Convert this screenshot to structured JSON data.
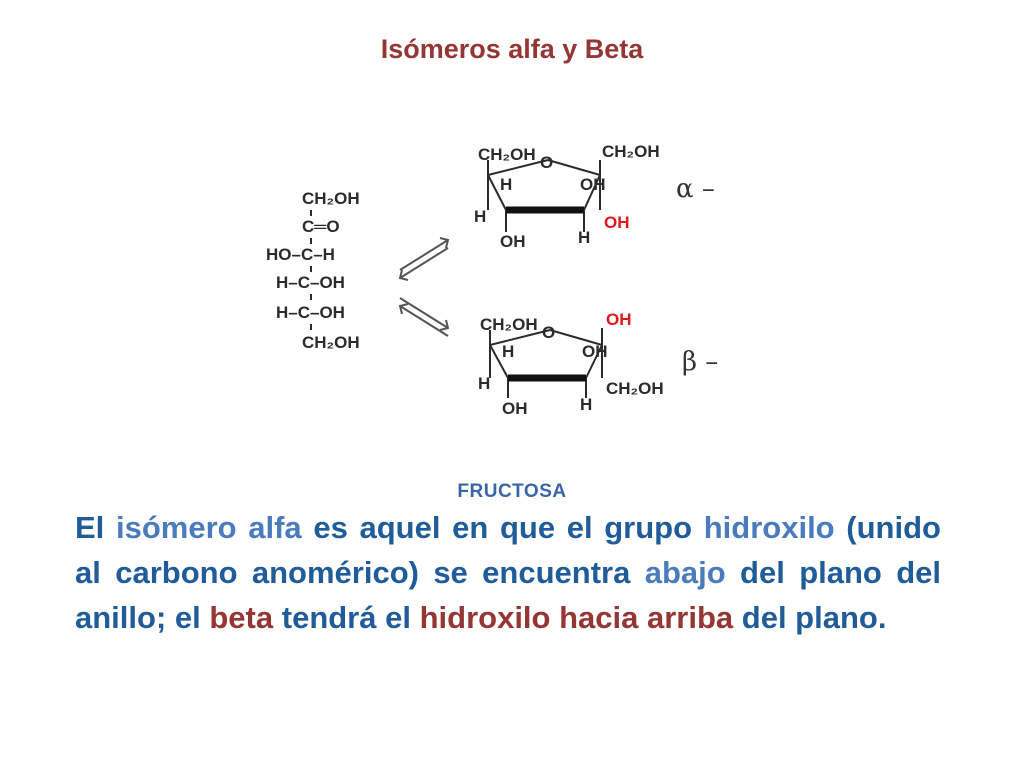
{
  "title": "Isómeros alfa y Beta",
  "caption": "FRUCTOSA",
  "open_chain": {
    "c1": "CH₂OH",
    "c2": "C═O",
    "c3": "HO–C–H",
    "c4": "H–C–OH",
    "c5": "H–C–OH",
    "c6": "CH₂OH"
  },
  "alpha_ring": {
    "ch2oh_left": "CH₂OH",
    "ring_o": "O",
    "ch2oh_right": "CH₂OH",
    "h_top": "H",
    "oh_top": "OH",
    "h_left": "H",
    "oh_anomeric": "OH",
    "oh_bottom": "OH",
    "h_bottom": "H",
    "label": "α –"
  },
  "beta_ring": {
    "ch2oh_left": "CH₂OH",
    "ring_o": "O",
    "oh_anomeric": "OH",
    "h_top": "H",
    "oh_top": "OH",
    "h_left": "H",
    "ch2oh_right": "CH₂OH",
    "oh_bottom": "OH",
    "h_bottom": "H",
    "label": "β –"
  },
  "paragraph": {
    "p1": "El",
    "p2": "isómero alfa",
    "p3": "es aquel en que el grupo",
    "p4": "hidroxilo",
    "p5": "(unido al carbono anomérico) se encuentra",
    "p6": "abajo",
    "p7": "del plano del anillo; el",
    "p8": "beta",
    "p9": "tendrá el",
    "p10": "hidroxilo hacia arriba",
    "p11": "del plano."
  },
  "colors": {
    "title": "#943634",
    "text_dark_blue": "#1f5c99",
    "text_light_blue": "#4a7bbd",
    "highlight_red": "#943634",
    "anomeric_oh": "#e0161b"
  }
}
